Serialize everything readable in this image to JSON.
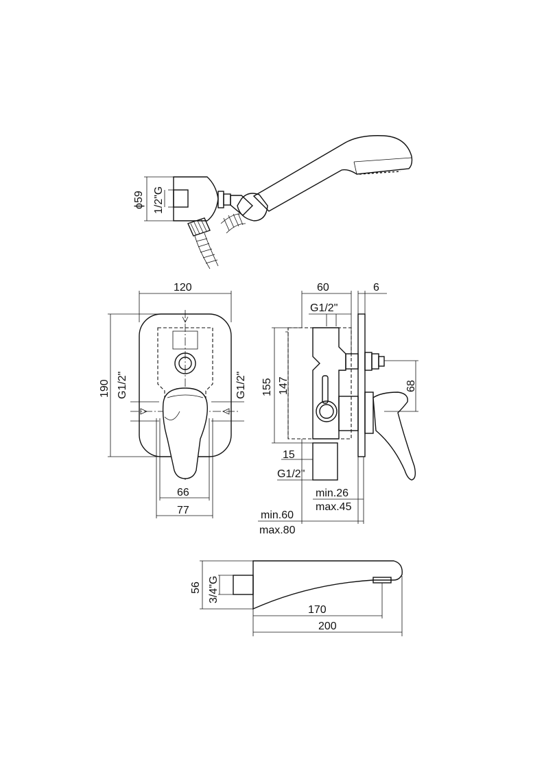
{
  "hand_shower": {
    "dia_label": "ϕ59",
    "thread_label": "1/2\"G"
  },
  "front_view": {
    "width_label": "120",
    "height_label": "190",
    "left_conn_label": "G1/2\"",
    "right_conn_label": "G1/2\"",
    "handle_width_label": "66",
    "lever_width_label": "77"
  },
  "side_view": {
    "depth_label": "60",
    "plate_label": "6",
    "top_conn_label": "G1/2\"",
    "h155_label": "155",
    "h147_label": "147",
    "offset_label": "68",
    "dim15_label": "15",
    "bottom_conn_label": "G1/2\"",
    "min26_label": "min.26",
    "max45_label": "max.45",
    "min60_label": "min.60",
    "max80_label": "max.80"
  },
  "spout": {
    "height_label": "56",
    "thread_label": "3/4\"G",
    "reach_label": "170",
    "length_label": "200"
  }
}
